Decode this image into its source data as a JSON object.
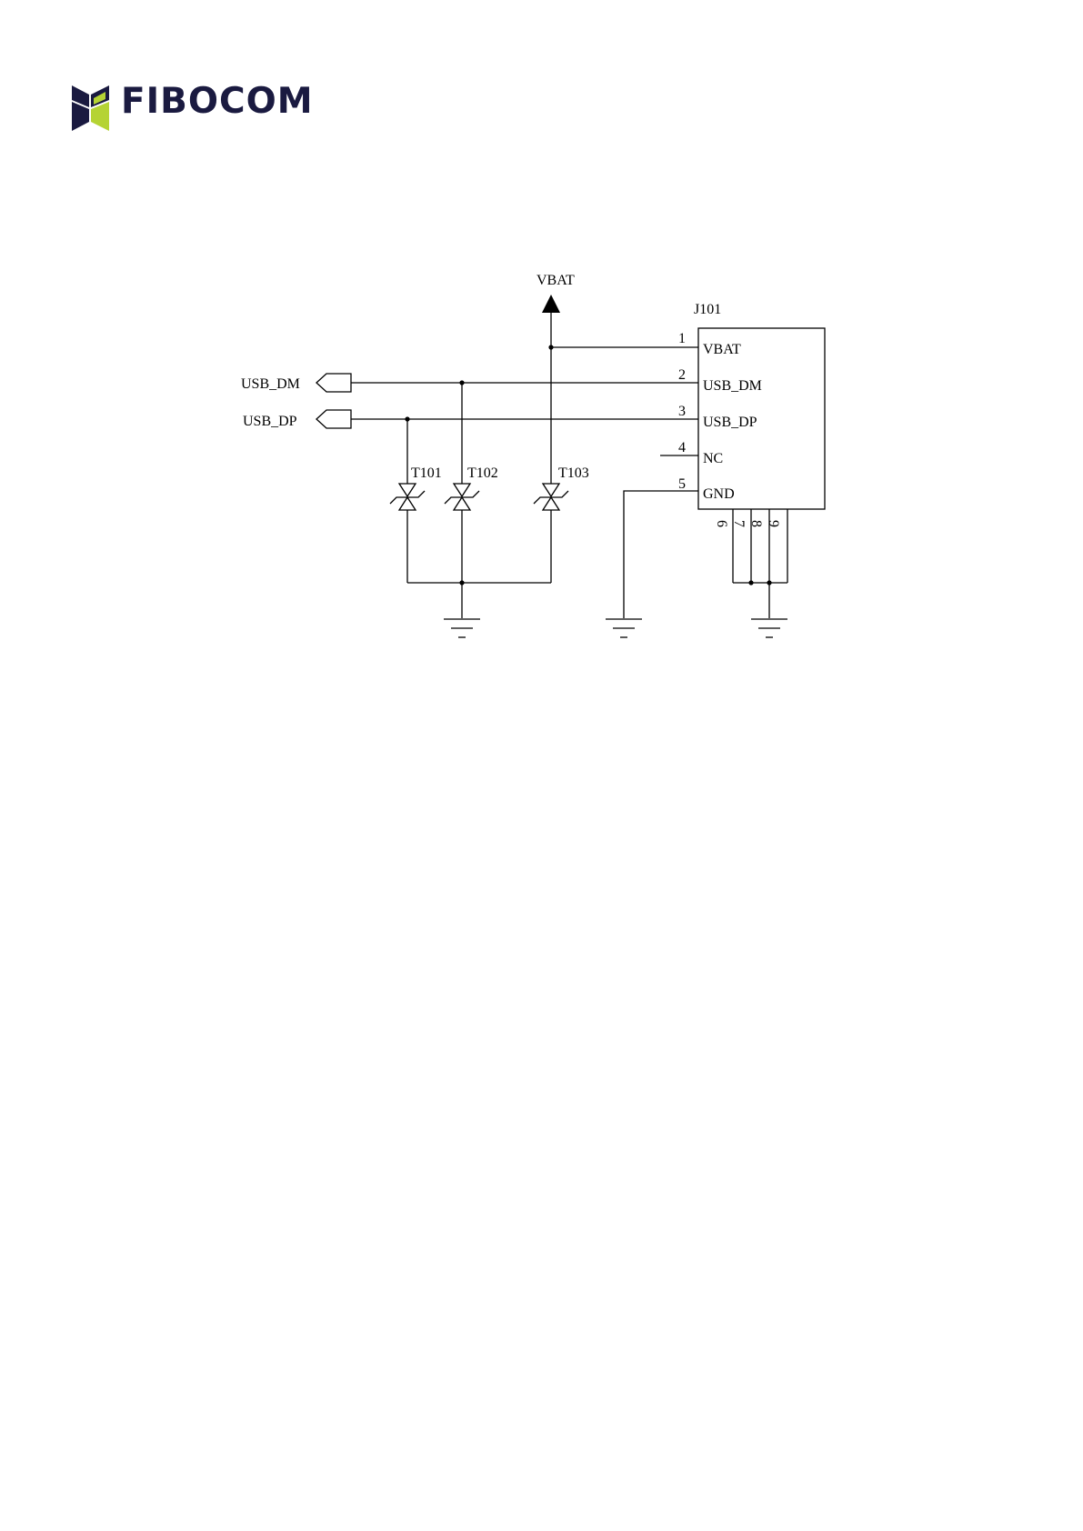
{
  "header": {
    "logo_text": "FIBOCOM",
    "logo_colors": {
      "mark": "#1a1a40",
      "accent": "#b5d334"
    }
  },
  "schematic": {
    "power_symbol_label": "VBAT",
    "connector": {
      "designator": "J101",
      "pins": [
        {
          "number": "1",
          "name": "VBAT"
        },
        {
          "number": "2",
          "name": "USB_DM"
        },
        {
          "number": "3",
          "name": "USB_DP"
        },
        {
          "number": "4",
          "name": "NC"
        },
        {
          "number": "5",
          "name": "GND"
        }
      ],
      "extra_pins": [
        "6",
        "7",
        "8",
        "9"
      ]
    },
    "ports": [
      {
        "label": "USB_DM"
      },
      {
        "label": "USB_DP"
      }
    ],
    "tvs_diodes": [
      {
        "designator": "T101"
      },
      {
        "designator": "T102"
      },
      {
        "designator": "T103"
      }
    ]
  }
}
